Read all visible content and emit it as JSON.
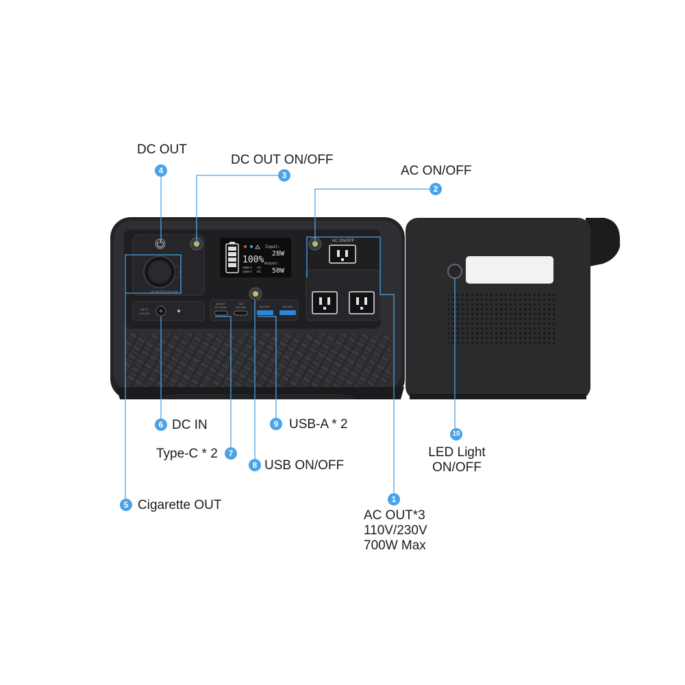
{
  "callouts": [
    {
      "num": "1",
      "text": "AC OUT*3",
      "text2": "110V/230V",
      "text3": "700W Max"
    },
    {
      "num": "2",
      "text": "AC ON/OFF"
    },
    {
      "num": "3",
      "text": "DC OUT ON/OFF"
    },
    {
      "num": "4",
      "text": "DC OUT"
    },
    {
      "num": "5",
      "text": "Cigarette OUT"
    },
    {
      "num": "6",
      "text": "DC IN"
    },
    {
      "num": "7",
      "text": "Type-C * 2"
    },
    {
      "num": "8",
      "text": "USB ON/OFF"
    },
    {
      "num": "9",
      "text": "USB-A * 2"
    },
    {
      "num": "10",
      "text": "LED Light",
      "text2": "ON/OFF"
    }
  ],
  "device": {
    "ac_label": "AC ON/OFF",
    "dc_output_label": "DC OUTPUT 12V-10A",
    "input_label": "INPUT",
    "input_range": "12V-30V",
    "typec_in_label": "IN/OUT",
    "typec_in_spec": "PD 100W",
    "typec_out_label": "OUT",
    "typec_out_spec": "PD 30W",
    "qc_label_1": "QC18W",
    "qc_label_2": "QC18W",
    "lcd": {
      "battery_percent": "100%",
      "input_label": "Input:",
      "input_value": "28W",
      "output_label": "Output:",
      "output_value": "50W",
      "usb_a": "USB-A",
      "usb_c": "USB-C",
      "ac": "AC",
      "dc": "DC"
    }
  },
  "colors": {
    "accent": "#4aa3e8",
    "body": "#2b2b2e",
    "panel": "#1f1f22",
    "lcd_bg": "#0d0d0d"
  },
  "icons": [
    "power-icon",
    "battery-icon",
    "ac-outlet-icon",
    "usb-c-port-icon",
    "usb-a-port-icon"
  ]
}
